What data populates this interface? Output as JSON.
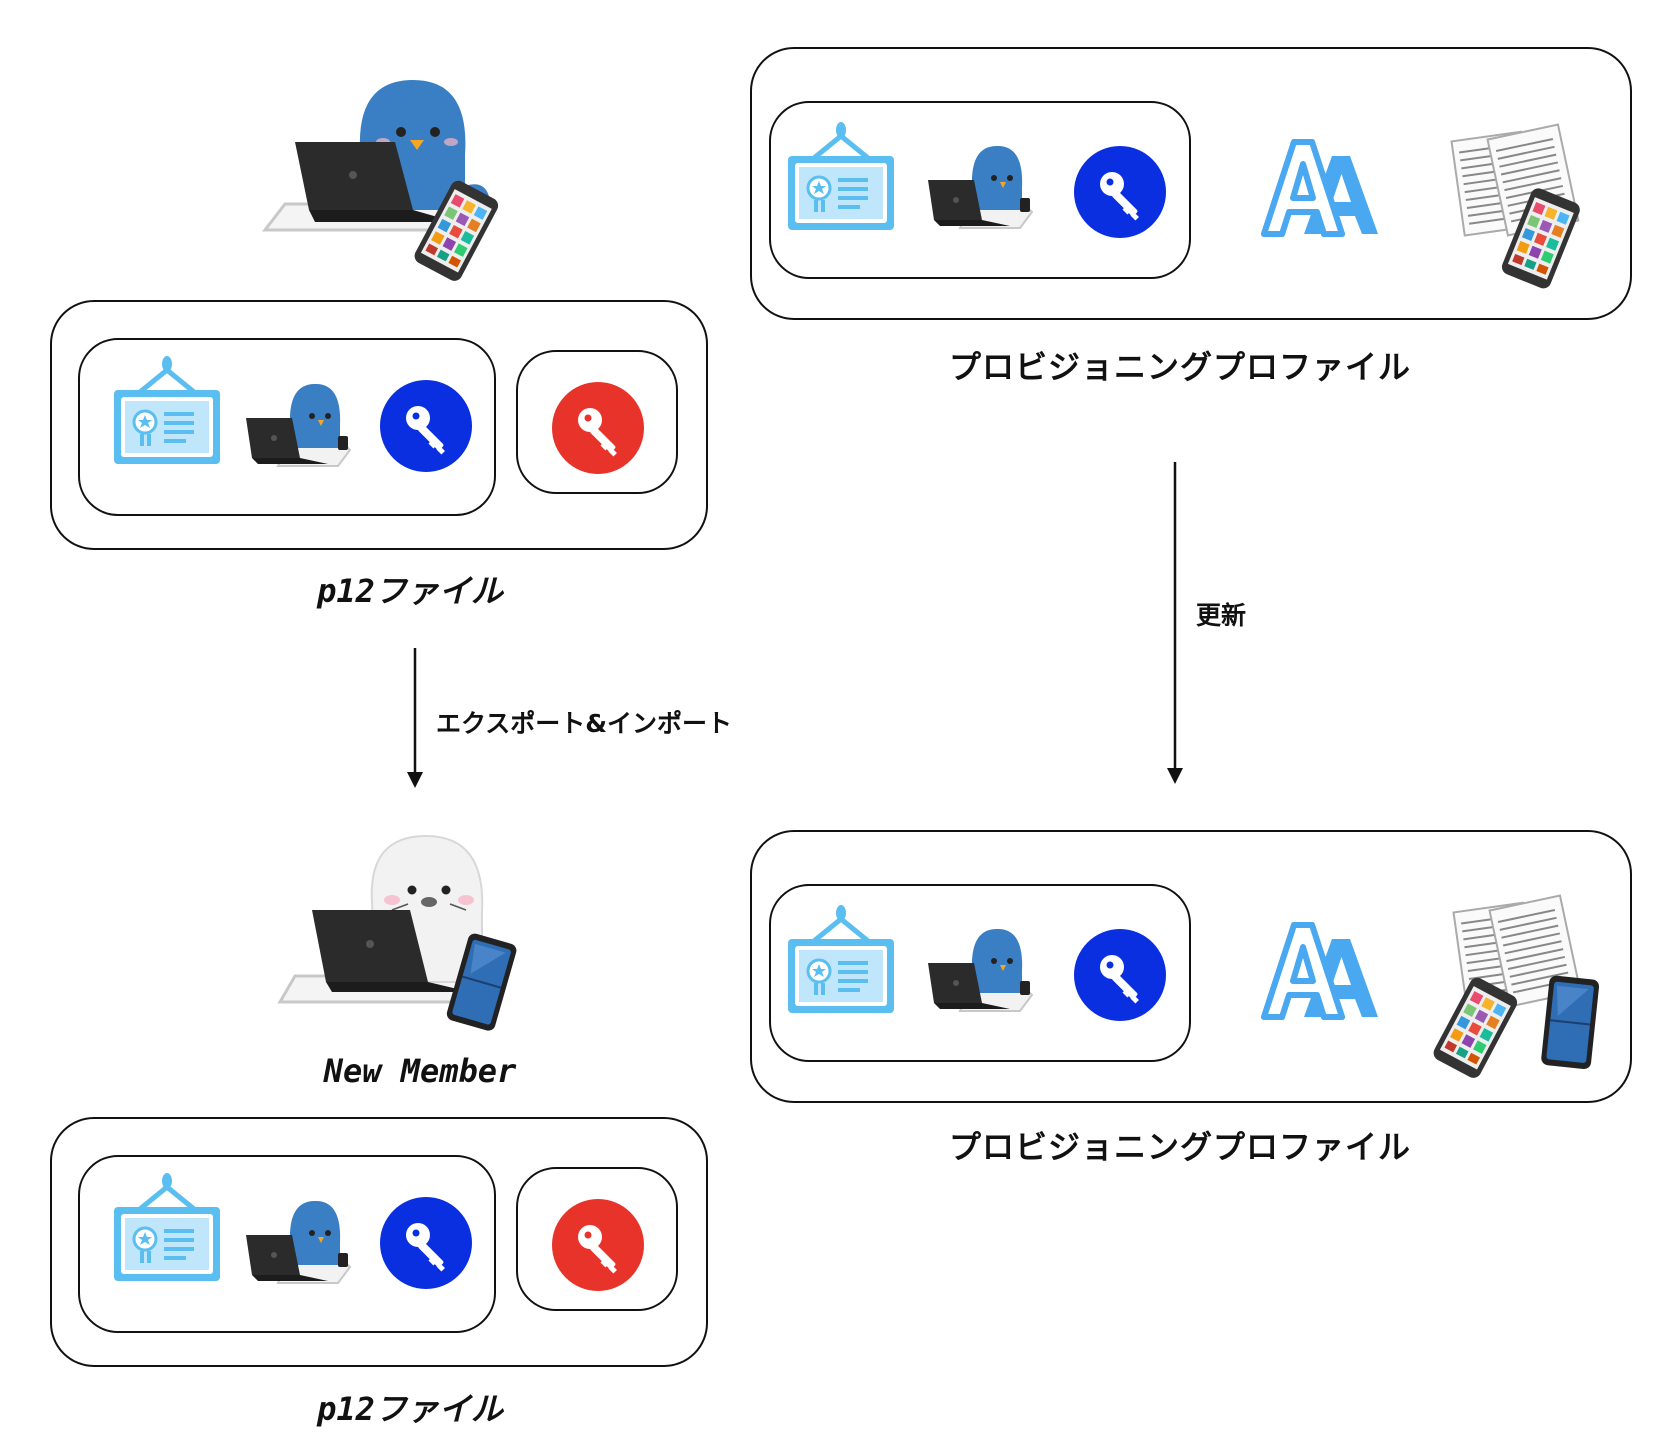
{
  "left": {
    "p12_label_top": "p12ファイル",
    "export_label": "エクスポート&インポート",
    "new_member_label": "New Member",
    "p12_label_bottom": "p12ファイル"
  },
  "right": {
    "profile_label_top": "プロビジョニングプロファイル",
    "update_label": "更新",
    "profile_label_bottom": "プロビジョニングプロファイル"
  },
  "colors": {
    "certificate": "#5bbef0",
    "public_key": "#0a2fe0",
    "private_key": "#e8332a",
    "penguin": "#3a7fc4",
    "app_id": "#4aa8f0"
  }
}
